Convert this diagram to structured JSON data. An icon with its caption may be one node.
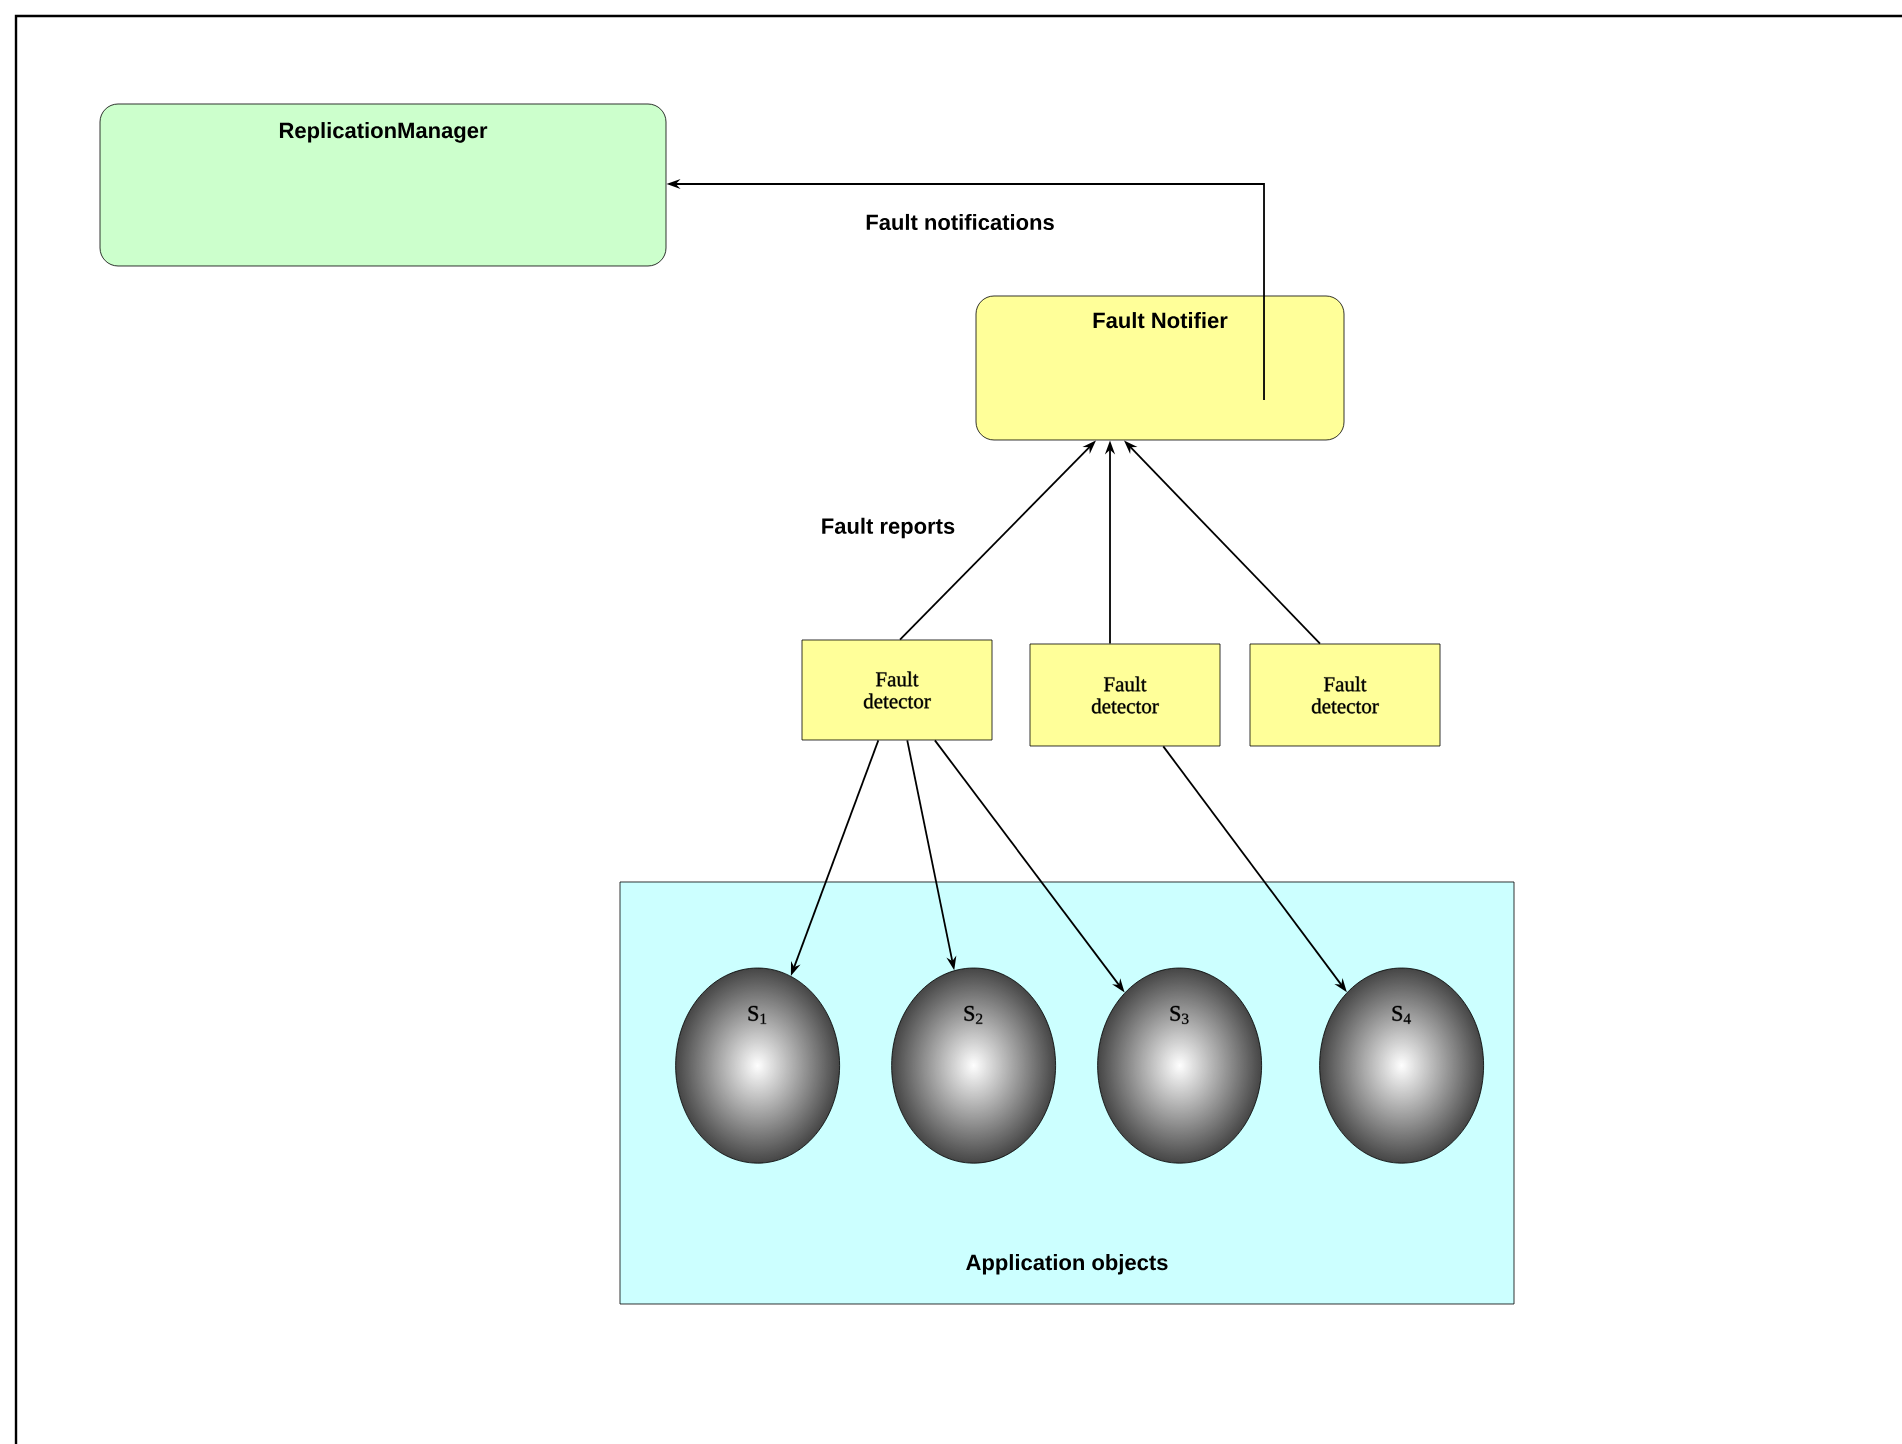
{
  "diagram": {
    "nodes": [
      {
        "text": [
          "ReplicationManager"
        ]
      },
      {
        "text": [
          "Fault Notifier"
        ]
      },
      {
        "text": [
          "Fault detector"
        ]
      },
      {
        "text": [
          "Fault detector"
        ]
      },
      {
        "text": [
          "Fault detector"
        ]
      },
      {
        "text": [
          "Application objects"
        ]
      },
      {
        "text": [
          "S$_{1}$"
        ],
        "in": 5
      },
      {
        "text": [
          "S$_{2}$"
        ],
        "in": 5
      },
      {
        "text": [
          "S$_{3}$"
        ],
        "in": 5
      },
      {
        "text": [
          "S$_{4}$"
        ],
        "in": 5
      }
    ],
    "edges": [
      {
        "from": 1,
        "to": 0,
        "arrow": "to",
        "label": "Fault notifications"
      },
      {
        "from": 2,
        "to": 1,
        "arrow": "to",
        "label": "Fault reports"
      },
      {
        "from": 3,
        "to": 1,
        "arrow": "to"
      },
      {
        "from": 4,
        "to": 1,
        "arrow": "to"
      },
      {
        "from": 2,
        "to": 6,
        "arrow": "to"
      },
      {
        "from": 2,
        "to": 7,
        "arrow": "to"
      },
      {
        "from": 2,
        "to": 8,
        "arrow": "to"
      },
      {
        "from": 3,
        "to": 9,
        "arrow": "to"
      }
    ]
  }
}
